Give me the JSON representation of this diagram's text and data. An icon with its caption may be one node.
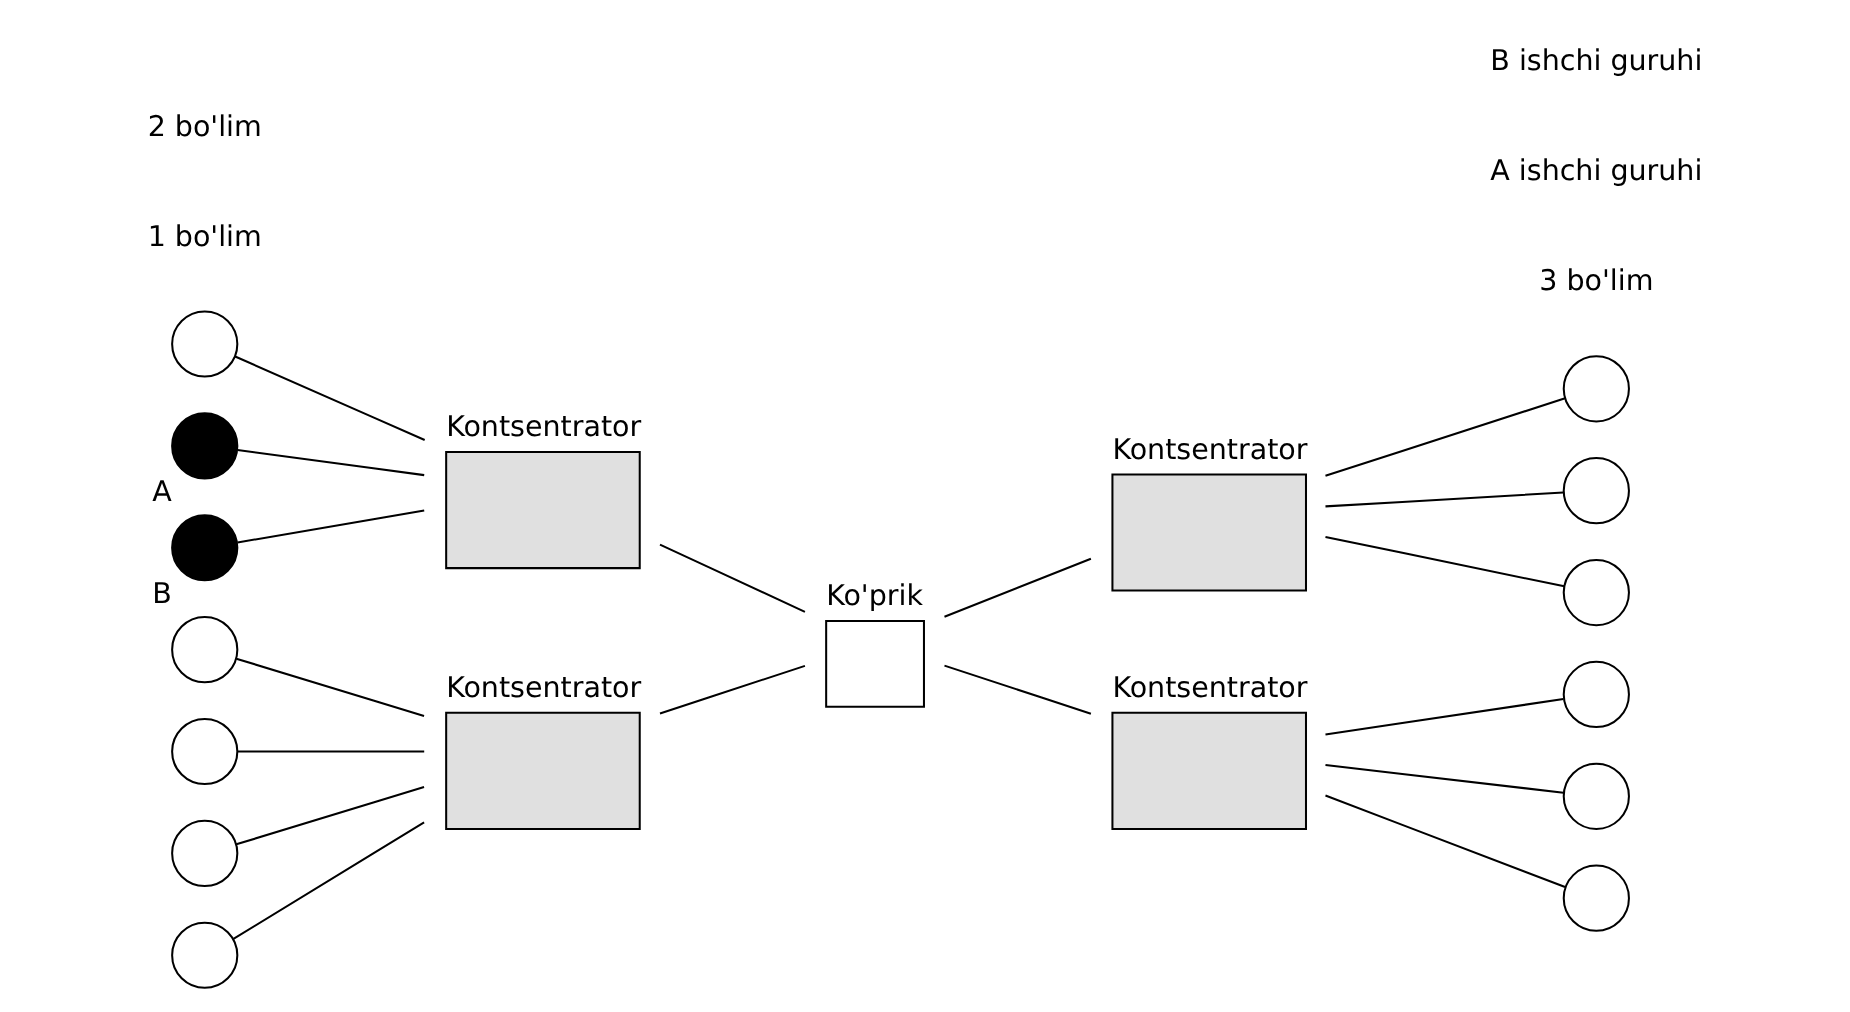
{
  "diagram": {
    "nodes": [
      {
        "text": [],
        "shape": "circle"
      },
      {
        "text": [],
        "shape": "circle",
        "beside": [
          "A"
        ]
      },
      {
        "text": [],
        "shape": "circle",
        "beside": [
          "B"
        ]
      },
      {
        "text": [],
        "shape": "box",
        "beside": [
          "Kontsentrator"
        ]
      },
      {
        "text": [],
        "shape": "box",
        "beside": [
          "Kontsentrator"
        ]
      },
      {
        "text": [],
        "shape": "circle"
      },
      {
        "text": [],
        "shape": "circle"
      },
      {
        "text": [],
        "shape": "circle"
      },
      {
        "text": [],
        "shape": "box",
        "beside": [
          "Ko'prik"
        ]
      },
      {
        "text": [],
        "shape": "circle"
      },
      {
        "text": [],
        "shape": "circle"
      },
      {
        "text": [],
        "shape": "circle"
      },
      {
        "text": [],
        "shape": "circle"
      },
      {
        "text": [],
        "shape": "box",
        "beside": [
          "Kontsentrator"
        ]
      },
      {
        "text": [],
        "shape": "box",
        "beside": [
          "Kontsentrator"
        ]
      },
      {
        "text": [],
        "shape": "circle"
      },
      {
        "text": [],
        "shape": "circle"
      },
      {
        "text": [],
        "shape": "circle"
      }
    ],
    "edges": [
      {
        "from": 0,
        "to": 3,
        "arrow": "none"
      },
      {
        "from": 1,
        "to": 3,
        "arrow": "none"
      },
      {
        "from": 2,
        "to": 3,
        "arrow": "none"
      },
      {
        "from": 3,
        "to": 8,
        "arrow": "none"
      },
      {
        "from": 4,
        "to": 5,
        "arrow": "none"
      },
      {
        "from": 4,
        "to": 6,
        "arrow": "none"
      },
      {
        "from": 4,
        "to": 7,
        "arrow": "none"
      },
      {
        "from": 8,
        "to": 4,
        "arrow": "none"
      },
      {
        "from": 9,
        "to": 13,
        "arrow": "none"
      },
      {
        "from": 10,
        "to": 13,
        "arrow": "none"
      },
      {
        "from": 11,
        "to": 13,
        "arrow": "none"
      },
      {
        "from": 12,
        "to": 13,
        "arrow": "none"
      },
      {
        "from": 13,
        "to": 8,
        "arrow": "none"
      },
      {
        "from": 8,
        "to": 14,
        "arrow": "none"
      },
      {
        "from": 14,
        "to": 15,
        "arrow": "none"
      },
      {
        "from": 14,
        "to": 16,
        "arrow": "none"
      },
      {
        "from": 14,
        "to": 17,
        "arrow": "none"
      }
    ],
    "labels": [
      "1 bo'lim",
      "3 bo'lim",
      "A ishchi guruhi",
      "2 bo'lim",
      "B ishchi guruhi"
    ]
  }
}
